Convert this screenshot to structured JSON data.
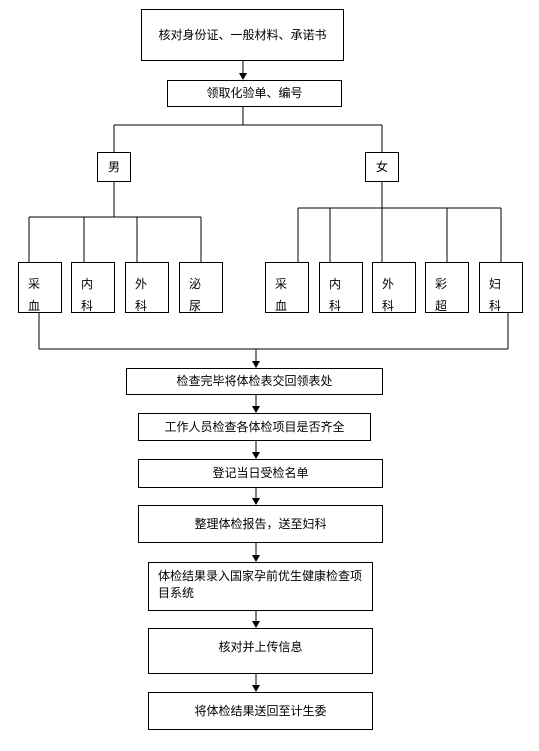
{
  "steps": {
    "verify_docs": "核对身份证、一般材料、承诺书",
    "get_forms": "领取化验单、编号",
    "return_forms": "检查完毕将体检表交回领表处",
    "check_items": "工作人员检查各体检项目是否齐全",
    "register": "登记当日受检名单",
    "organize": "整理体检报告，送至妇科",
    "enter_system": "体检结果录入国家孕前优生健康检查项目系统",
    "verify_upload": "核对并上传信息",
    "send_result": "将体检结果送回至计生委"
  },
  "male": {
    "label": "男",
    "items": [
      [
        "采",
        "血"
      ],
      [
        "内",
        "科"
      ],
      [
        "外",
        "科"
      ],
      [
        "泌",
        "尿"
      ]
    ]
  },
  "female": {
    "label": "女",
    "items": [
      [
        "采",
        "血"
      ],
      [
        "内",
        "科"
      ],
      [
        "外",
        "科"
      ],
      [
        "彩",
        "超"
      ],
      [
        "妇",
        "科"
      ]
    ]
  }
}
